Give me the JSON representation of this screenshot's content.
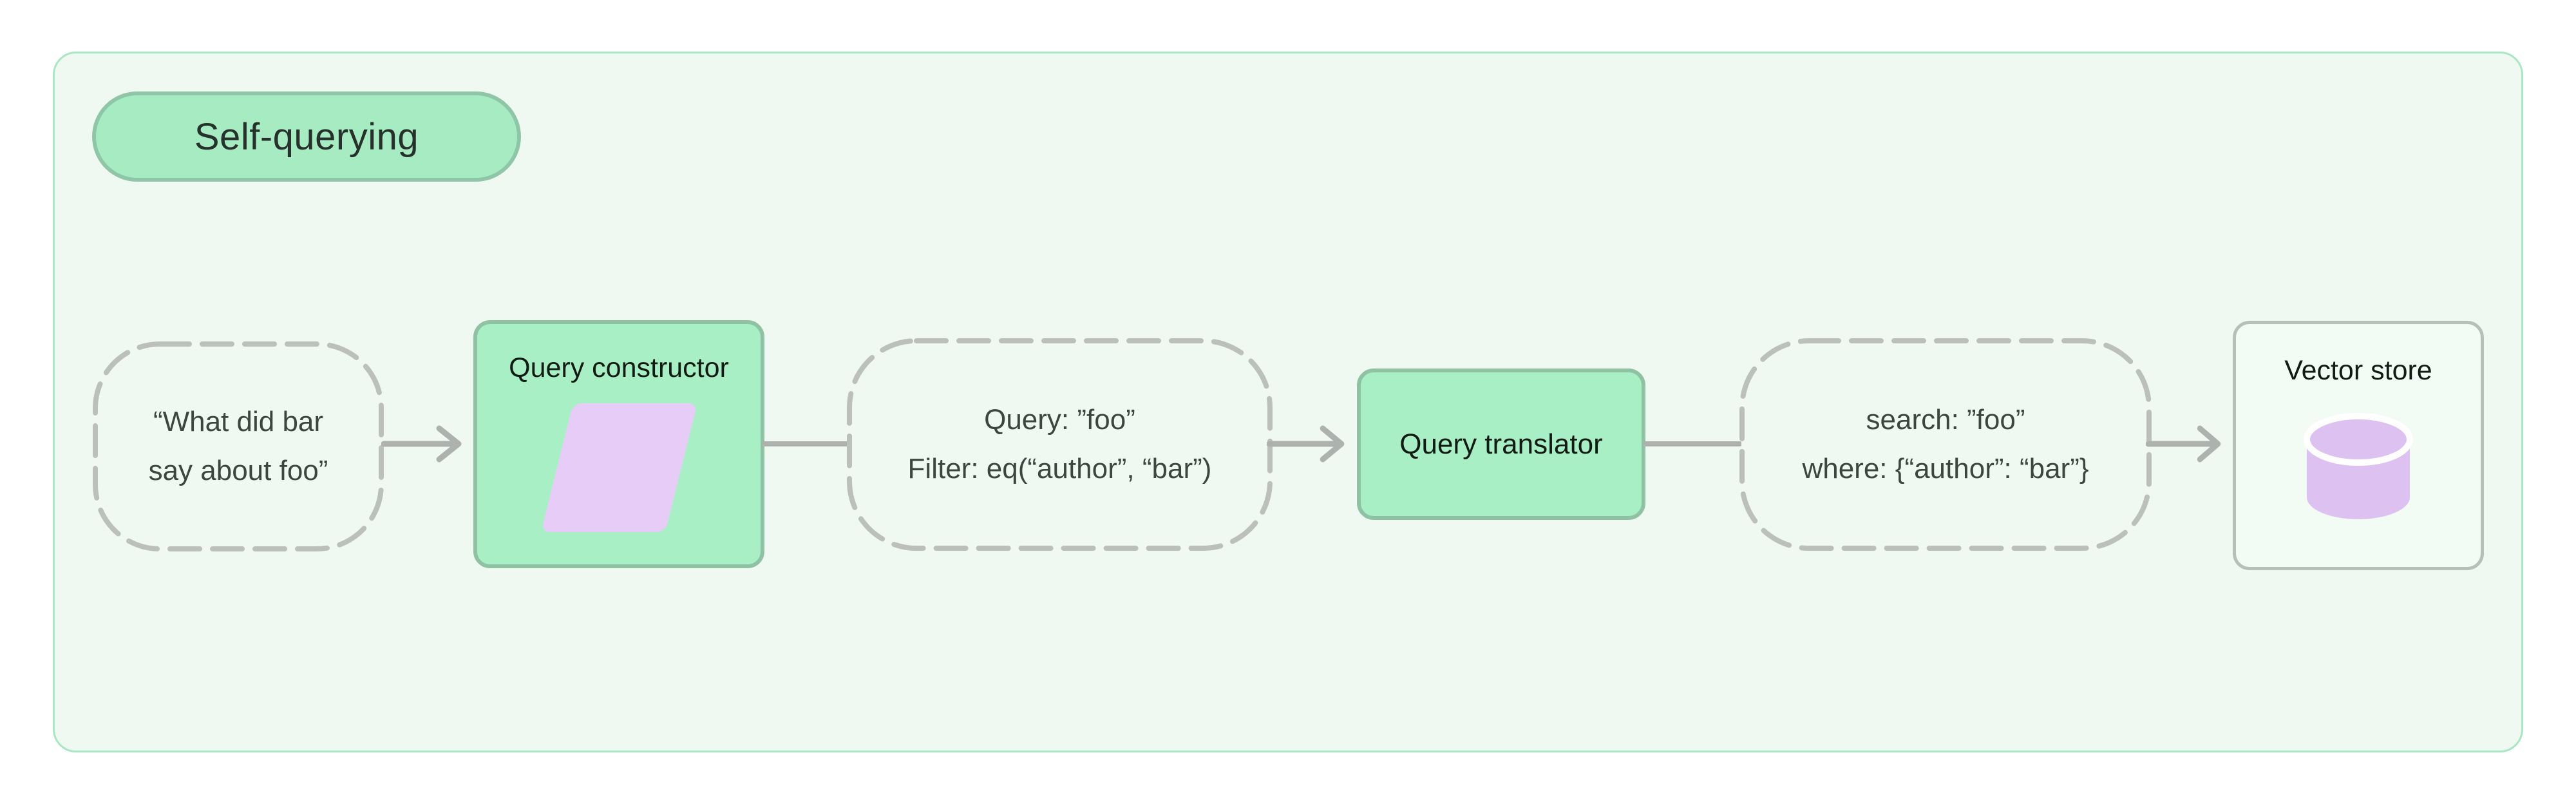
{
  "badge": {
    "label": "Self-querying"
  },
  "nodes": {
    "input": {
      "line1": "“What did bar",
      "line2": "say about foo”"
    },
    "query_constructor": {
      "title": "Query constructor",
      "icon": "parallelogram-icon"
    },
    "structured_query": {
      "line1": "Query: ”foo”",
      "line2": "Filter: eq(“author”, “bar”)"
    },
    "query_translator": {
      "title": "Query translator"
    },
    "search_request": {
      "line1": "search: ”foo”",
      "line2": "where: {“author”: “bar”}"
    },
    "vector_store": {
      "title": "Vector store",
      "icon": "database-cylinder-icon"
    }
  },
  "colors": {
    "container_bg": "#eff9f2",
    "container_border": "#a8e6c4",
    "badge_fill": "#a6ebc2",
    "badge_border": "#90c6a8",
    "accent_green_fill": "#a9efc5",
    "accent_green_border": "#8fc2a3",
    "dash_gray": "#bcc0bc",
    "arrow_gray": "#aeb2ae",
    "lavender": "#e8ccf8",
    "lavender_icon": "#ddc2f1",
    "store_bg": "#f3fbf5",
    "store_border": "#b7bfb9",
    "text_dark": "#111b13",
    "text_muted": "#3c453f"
  }
}
